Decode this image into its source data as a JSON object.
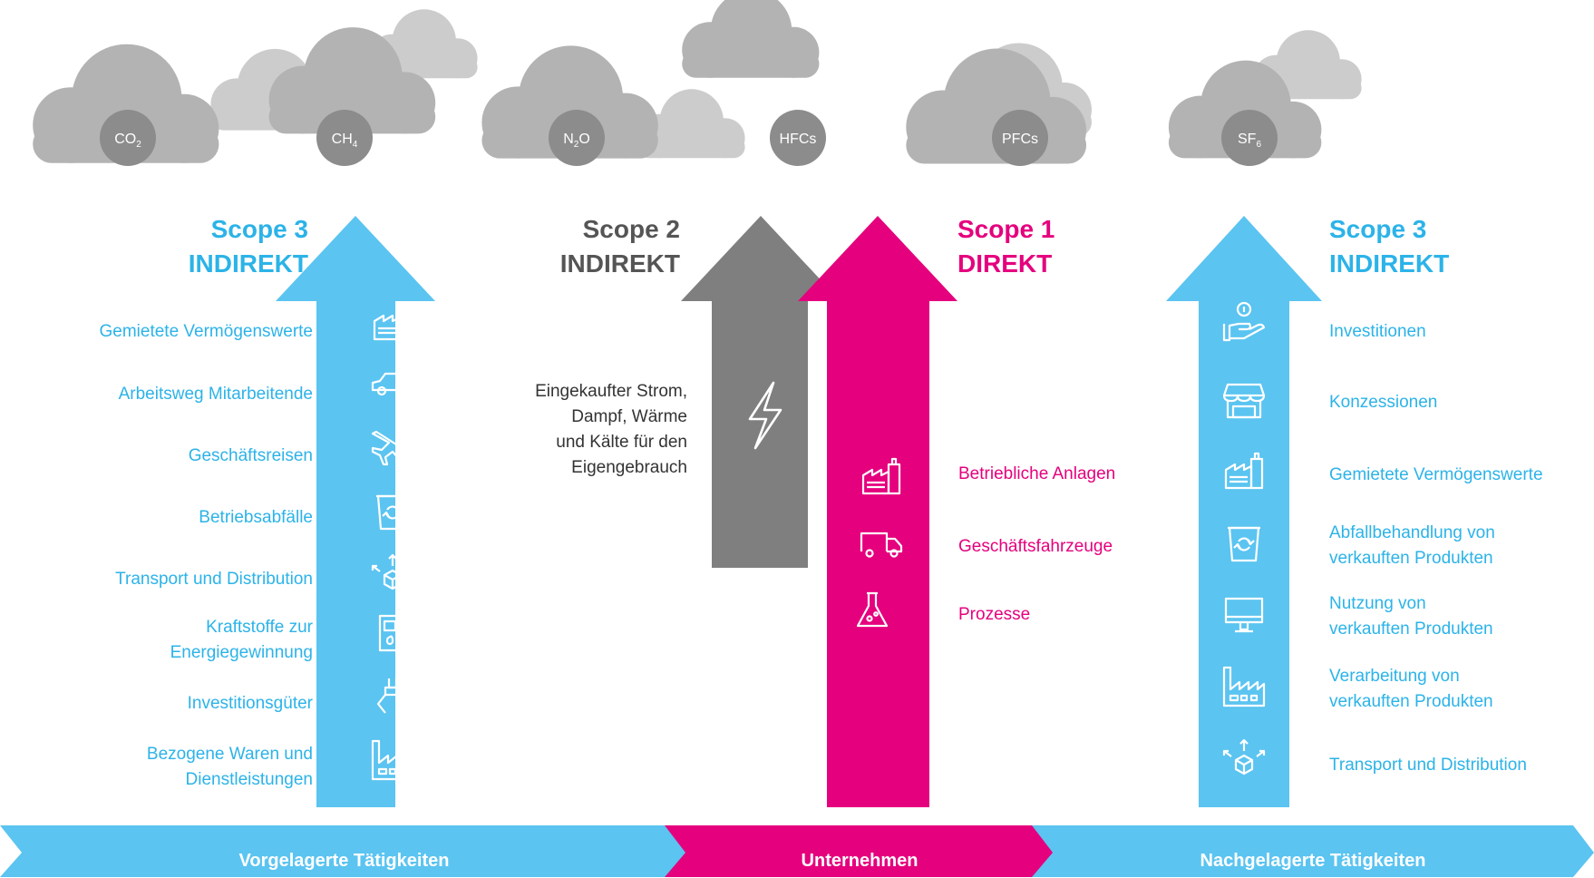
{
  "colors": {
    "scope3": "#5bc4f1",
    "scope3_text": "#2cb3e8",
    "scope2": "#7f7f7f",
    "scope2_text": "#555555",
    "scope1": "#e5007d",
    "cloud_back": "#cccccc",
    "cloud_front": "#b3b3b3"
  },
  "gases": [
    {
      "main": "CO",
      "sub": "2"
    },
    {
      "main": "CH",
      "sub": "4"
    },
    {
      "main": "N",
      "sub": "2",
      "tail": "O"
    },
    {
      "main": "HFCs"
    },
    {
      "main": "PFCs"
    },
    {
      "main": "SF",
      "sub": "6"
    }
  ],
  "scope3_left": {
    "title": "Scope 3",
    "subtitle": "INDIREKT",
    "items": [
      {
        "label": [
          "Gemietete Vermögenswerte"
        ],
        "icon": "building-icon"
      },
      {
        "label": [
          "Arbeitsweg Mitarbeitende"
        ],
        "icon": "car-icon"
      },
      {
        "label": [
          "Geschäftsreisen"
        ],
        "icon": "airplane-icon"
      },
      {
        "label": [
          "Betriebsabfälle"
        ],
        "icon": "recycling-bin-icon"
      },
      {
        "label": [
          "Transport und Distribution"
        ],
        "icon": "package-distribution-icon"
      },
      {
        "label": [
          "Kraftstoffe zur",
          "Energiegewinnung"
        ],
        "icon": "fuel-pump-icon"
      },
      {
        "label": [
          "Investitionsgüter"
        ],
        "icon": "robot-claw-icon"
      },
      {
        "label": [
          "Bezogene Waren und",
          "Dienstleistungen"
        ],
        "icon": "factory-icon"
      }
    ]
  },
  "scope2": {
    "title": "Scope 2",
    "subtitle": "INDIREKT",
    "text": [
      "Eingekaufter Strom,",
      "Dampf, Wärme",
      "und Kälte für den",
      "Eigengebrauch"
    ],
    "icon": "lightning-icon"
  },
  "scope1": {
    "title": "Scope 1",
    "subtitle": "DIREKT",
    "items": [
      {
        "label": "Betriebliche Anlagen",
        "icon": "building-icon"
      },
      {
        "label": "Geschäftsfahrzeuge",
        "icon": "truck-icon"
      },
      {
        "label": "Prozesse",
        "icon": "flask-icon"
      }
    ]
  },
  "scope3_right": {
    "title": "Scope 3",
    "subtitle": "INDIREKT",
    "items": [
      {
        "label": [
          "Investitionen"
        ],
        "icon": "hand-coin-icon"
      },
      {
        "label": [
          "Konzessionen"
        ],
        "icon": "storefront-icon"
      },
      {
        "label": [
          "Gemietete Vermögenswerte"
        ],
        "icon": "building-icon"
      },
      {
        "label": [
          "Abfallbehandlung von",
          "verkauften Produkten"
        ],
        "icon": "recycling-bin-icon"
      },
      {
        "label": [
          "Nutzung von",
          "verkauften Produkten"
        ],
        "icon": "monitor-icon"
      },
      {
        "label": [
          "Verarbeitung von",
          "verkauften Produkten"
        ],
        "icon": "factory-icon"
      },
      {
        "label": [
          "Transport und Distribution"
        ],
        "icon": "package-distribution-icon"
      }
    ]
  },
  "bands": {
    "upstream": "Vorgelagerte Tätigkeiten",
    "company": "Unternehmen",
    "downstream": "Nachgelagerte Tätigkeiten"
  }
}
